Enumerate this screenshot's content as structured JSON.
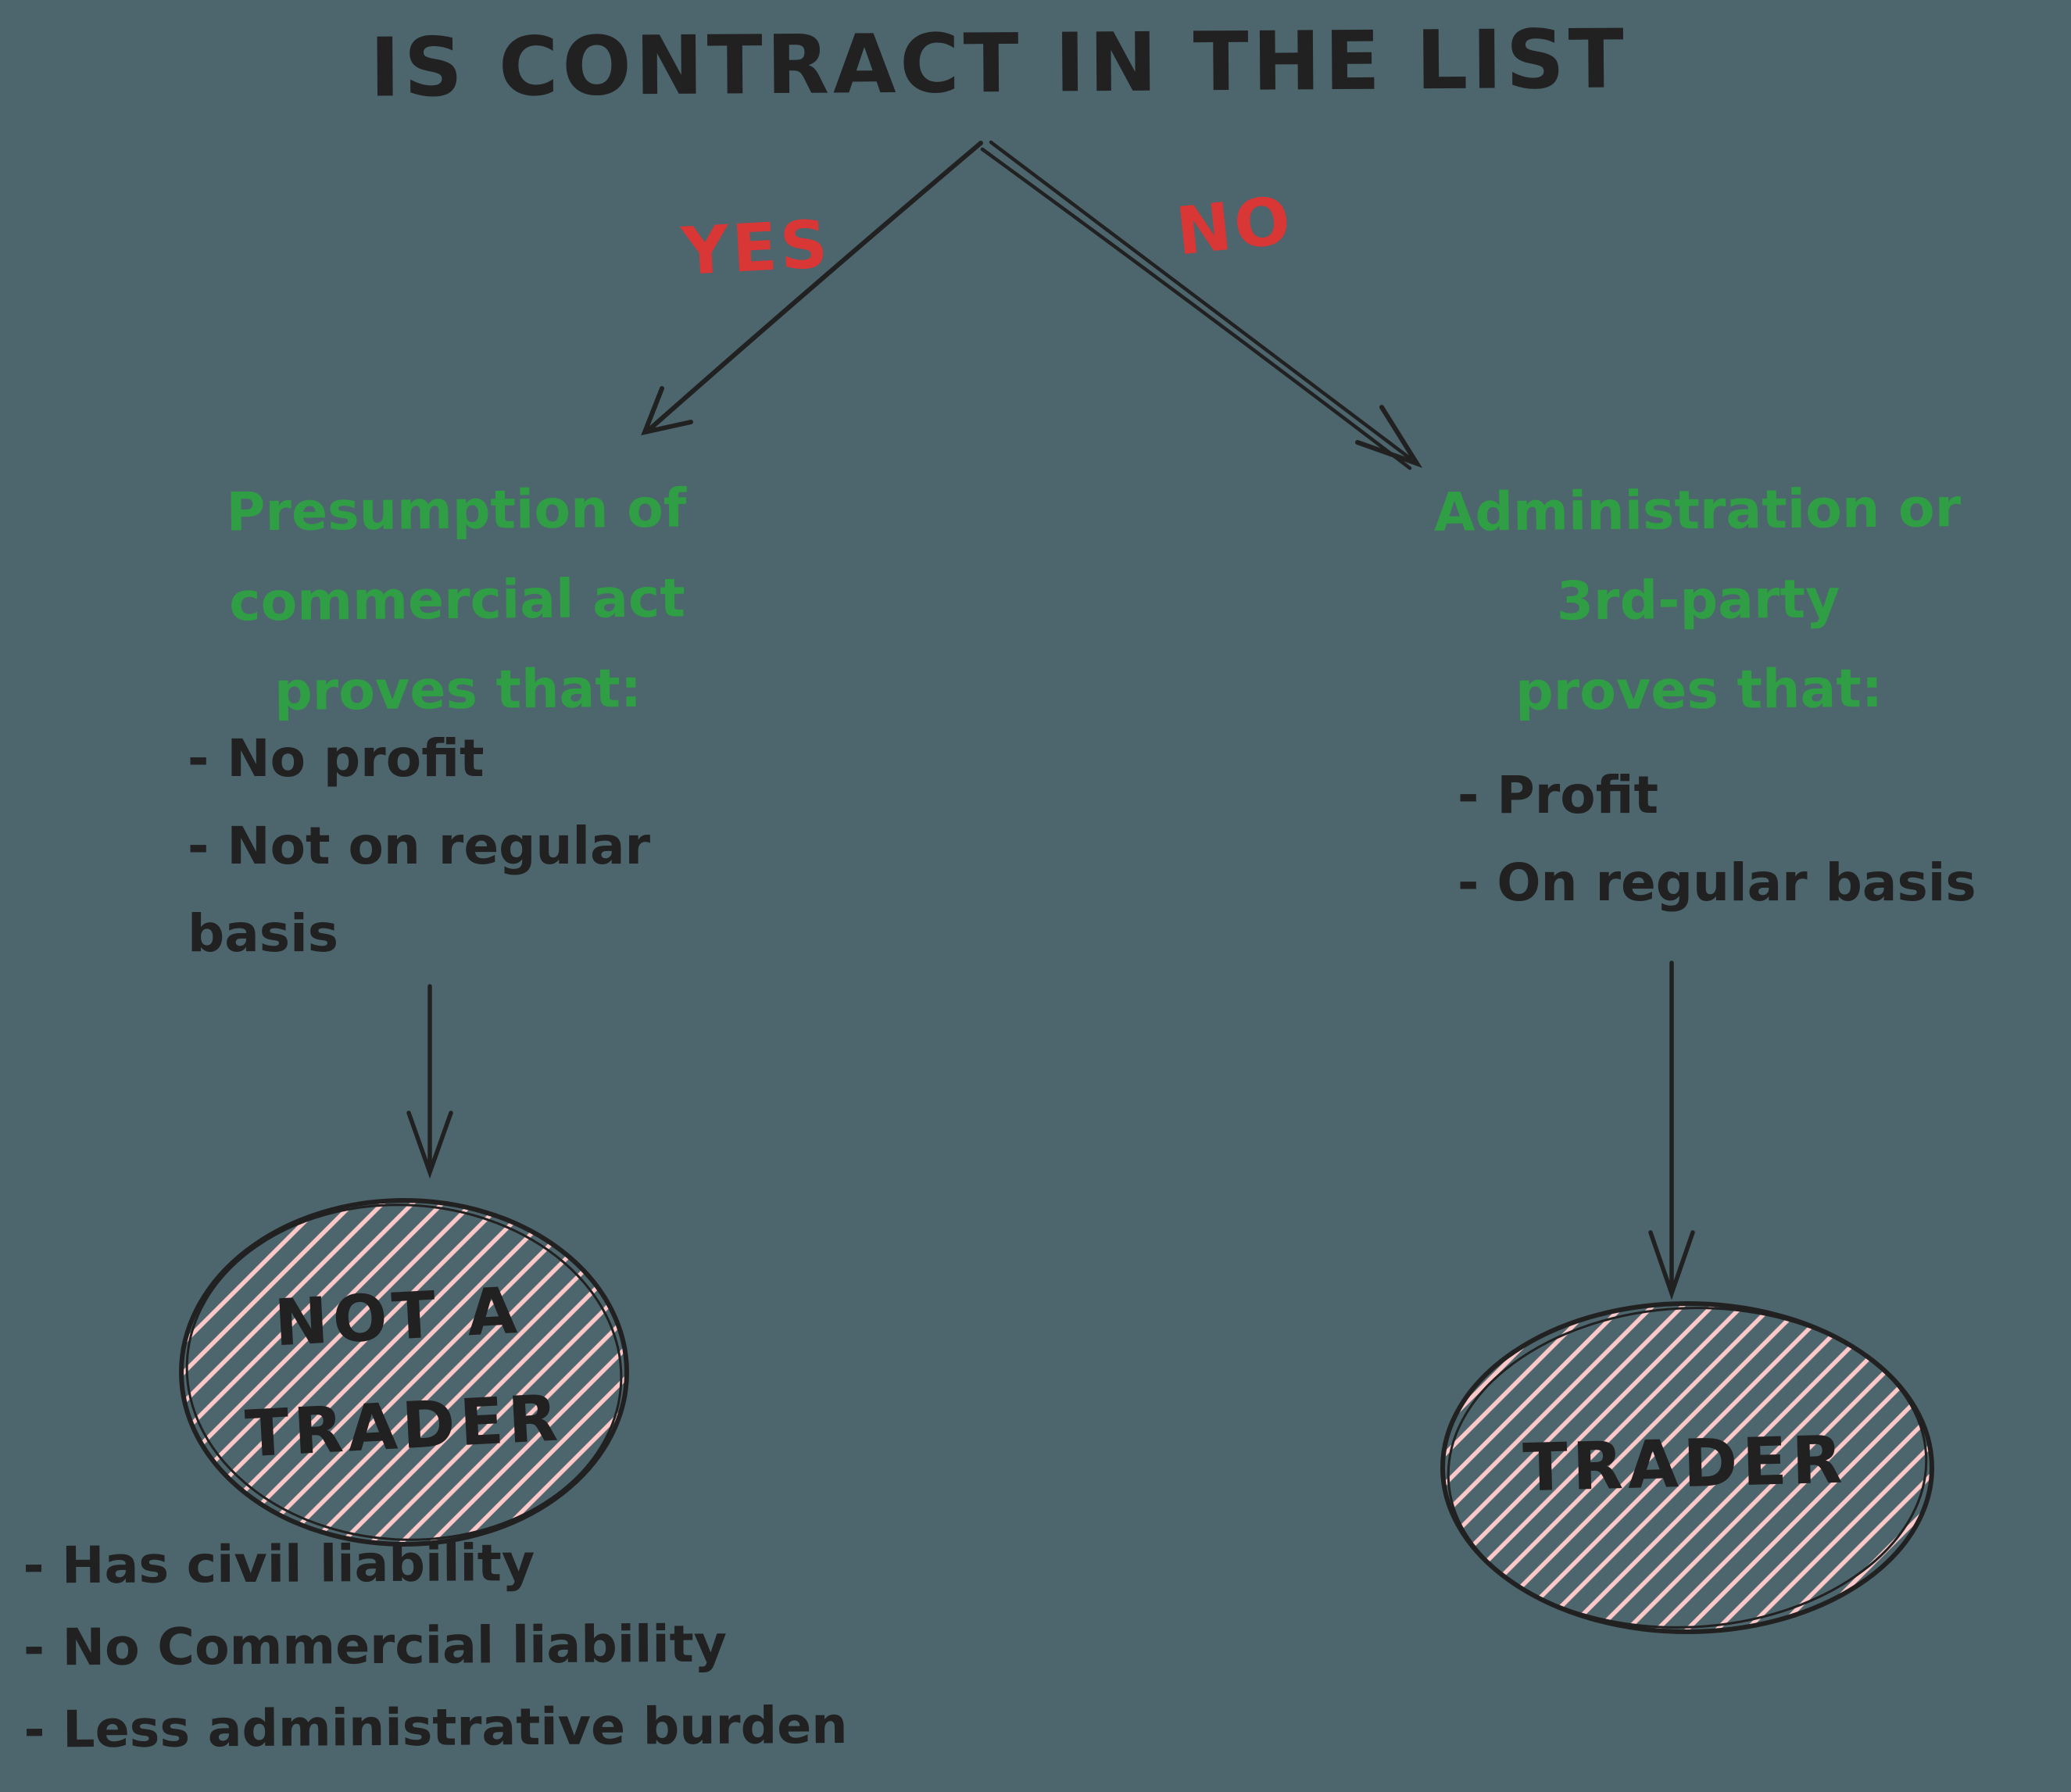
{
  "colors": {
    "background": "#4d656c",
    "ink": "#212121",
    "accent_red": "#d93636",
    "accent_green": "#2f9e44",
    "hatch_pink": "#ffc9c9"
  },
  "title": "IS CONTRACT IN THE LIST",
  "decision": {
    "yes_label": "YES",
    "no_label": "NO"
  },
  "yes_branch": {
    "heading_lines": [
      "Presumption of",
      "commercial act",
      "proves that:"
    ],
    "bullets": [
      "- No profit",
      "- Not on regular basis"
    ],
    "result": "NOT A TRADER"
  },
  "no_branch": {
    "heading_lines": [
      "Administration or",
      "3rd-party",
      "proves that:"
    ],
    "bullets": [
      "- Profit",
      "- On regular basis"
    ],
    "result": "TRADER"
  },
  "footnotes": [
    "- Has civil liability",
    "- No Commercial liability",
    "- Less administrative burden"
  ]
}
